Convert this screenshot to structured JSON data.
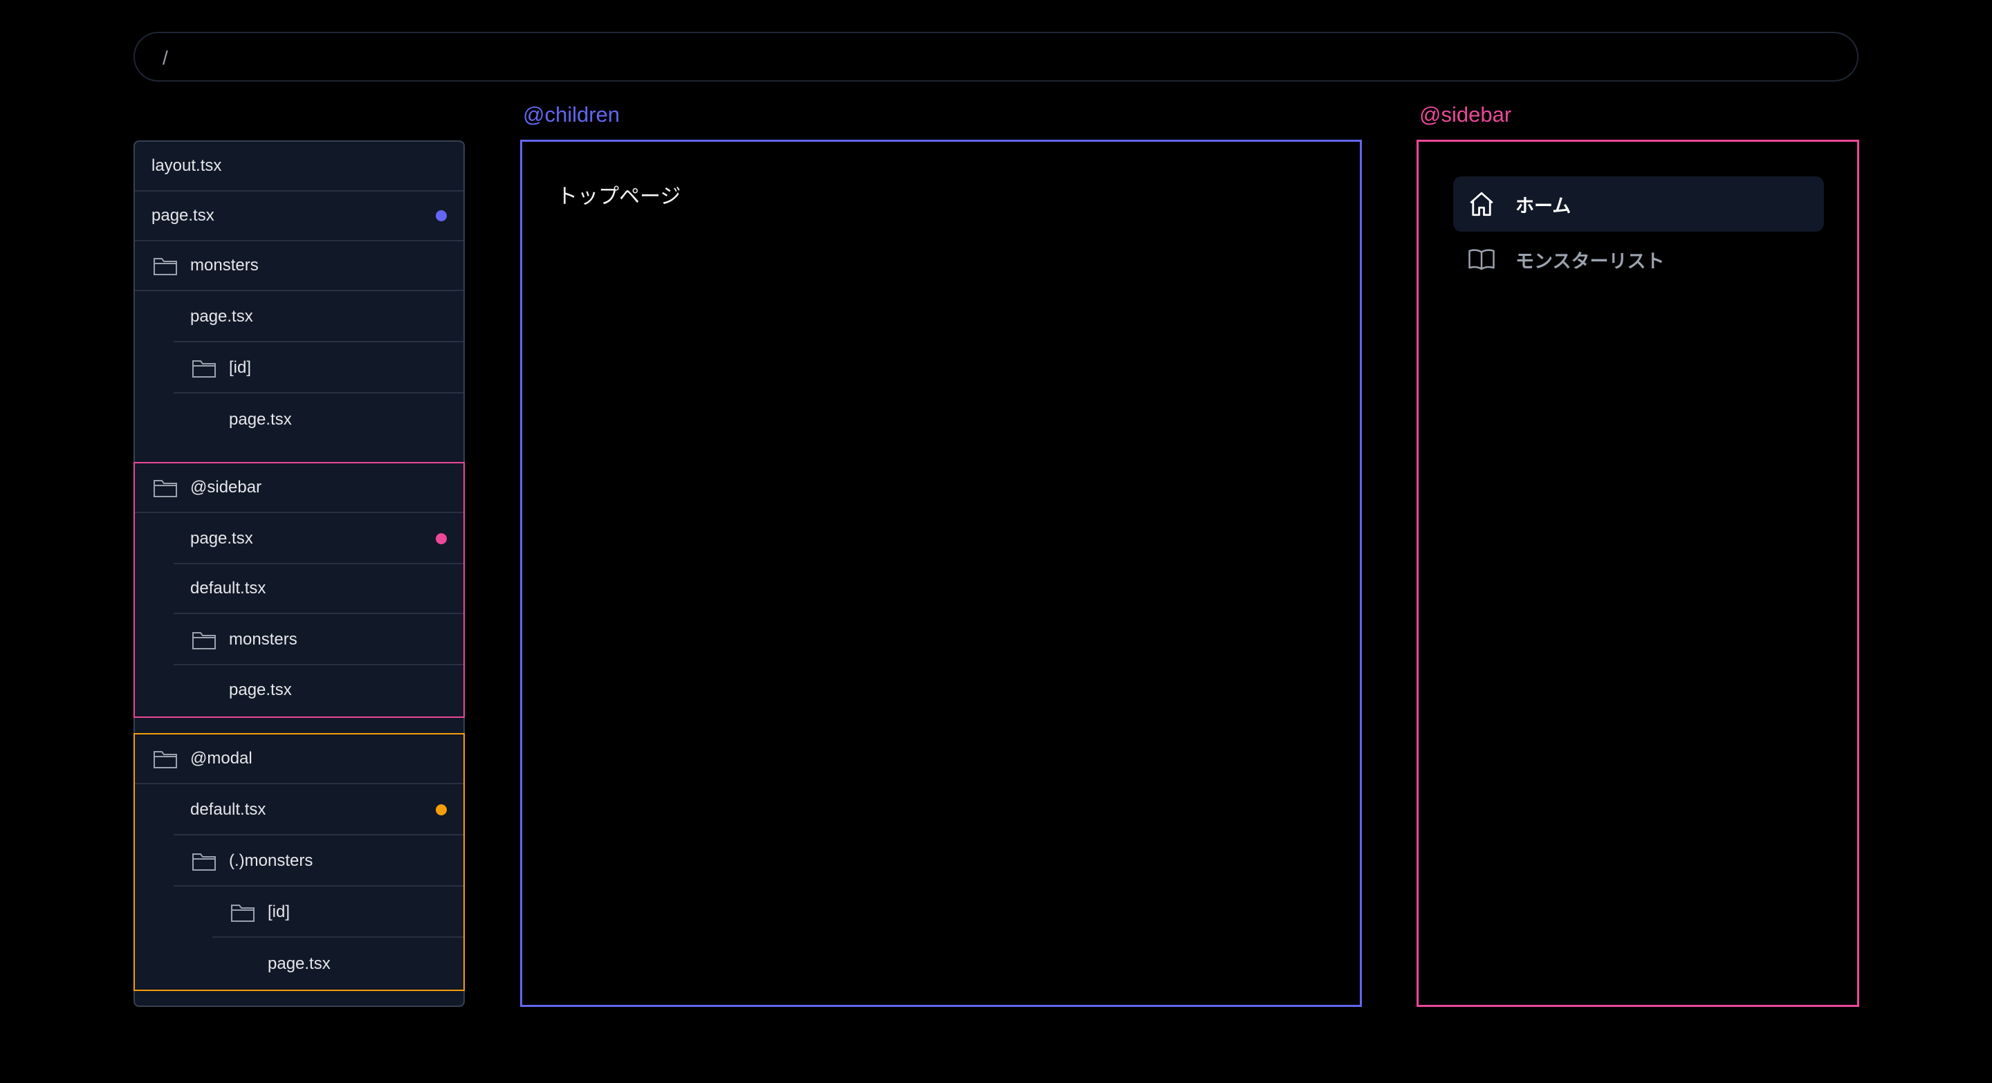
{
  "url_bar": {
    "path": "/"
  },
  "tree": {
    "root_rows": [
      {
        "label": "layout.tsx"
      },
      {
        "label": "page.tsx"
      },
      {
        "label": "monsters"
      },
      {
        "label": "page.tsx"
      },
      {
        "label": "[id]"
      },
      {
        "label": "page.tsx"
      }
    ],
    "sidebar_group": [
      {
        "label": "@sidebar"
      },
      {
        "label": "page.tsx"
      },
      {
        "label": "default.tsx"
      },
      {
        "label": "monsters"
      },
      {
        "label": "page.tsx"
      }
    ],
    "modal_group": [
      {
        "label": "@modal"
      },
      {
        "label": "default.tsx"
      },
      {
        "label": "(.)monsters"
      },
      {
        "label": "[id]"
      },
      {
        "label": "page.tsx"
      }
    ]
  },
  "children_panel": {
    "label": "@children",
    "content": "トップページ"
  },
  "sidebar_panel": {
    "label": "@sidebar",
    "nav": [
      {
        "label": "ホーム",
        "icon": "home-icon",
        "active": true
      },
      {
        "label": "モンスターリスト",
        "icon": "book-icon",
        "active": false
      }
    ]
  },
  "colors": {
    "children": "#6366f1",
    "sidebar": "#ec4899",
    "modal": "#f59e0b",
    "tree_bg": "#111827"
  }
}
